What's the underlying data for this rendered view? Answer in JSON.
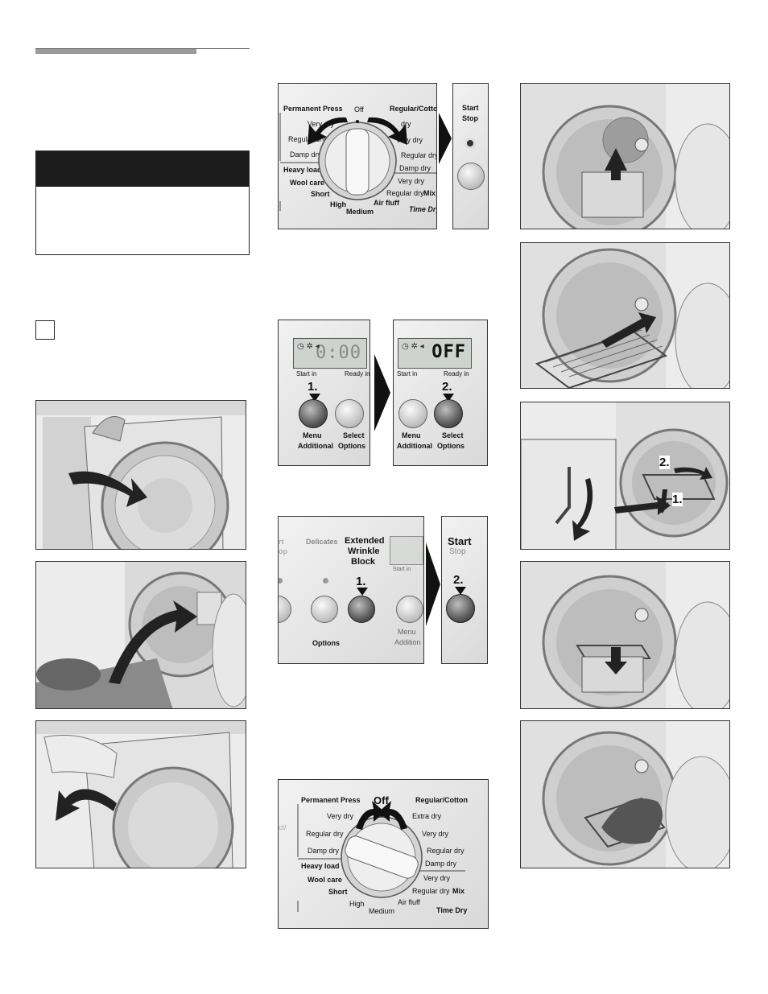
{
  "dial_panel_1": {
    "left_header": "Permanent Press",
    "off": "Off",
    "right_header": "Regular/Cotton",
    "left_options": [
      "Very dry",
      "Regular dry",
      "Damp dry"
    ],
    "right_options": [
      "Very dry",
      "Regular dry",
      "Damp dry"
    ],
    "extra_top": "dry",
    "left_group": [
      "Heavy load",
      "Wool care",
      "Short"
    ],
    "mix_options": [
      "Very dry",
      "Regular dry"
    ],
    "mix_label": "Mix",
    "bottom_labels": [
      "High",
      "Medium",
      "Air fluff"
    ],
    "time_dry": "Time Dry"
  },
  "start_panel_1": {
    "start": "Start",
    "stop": "Stop"
  },
  "display_panel_a": {
    "display": "0:00",
    "start_in": "Start in",
    "ready_in": "Ready in",
    "step": "1.",
    "menu": "Menu",
    "additional": "Additional",
    "select": "Select",
    "options": "Options"
  },
  "display_panel_b": {
    "display": "OFF",
    "start_in": "Start in",
    "ready_in": "Ready in",
    "step": "2.",
    "menu": "Menu",
    "additional": "Additional",
    "select": "Select",
    "options": "Options"
  },
  "wrinkle_panel": {
    "partial_left_1": "rt",
    "partial_left_2": "op",
    "delicates": "Delicates",
    "ewb": [
      "Extended",
      "Wrinkle",
      "Block"
    ],
    "step": "1.",
    "options": "Options",
    "start_in": "Start in",
    "menu": "Menu",
    "addition": "Addition"
  },
  "start_panel_2": {
    "start": "Start",
    "stop": "Stop",
    "step": "2."
  },
  "dial_panel_2": {
    "left_header": "Permanent Press",
    "off": "Off",
    "right_header": "Regular/Cotton",
    "extra": "Extra dry",
    "left_options": [
      "Very dry",
      "Regular dry",
      "Damp dry"
    ],
    "right_options": [
      "Very dry",
      "Regular dry",
      "Damp dry"
    ],
    "left_group": [
      "Heavy load",
      "Wool care",
      "Short"
    ],
    "mix_options": [
      "Very dry",
      "Regular dry"
    ],
    "mix_label": "Mix",
    "bottom_labels": [
      "High",
      "Medium",
      "Air fluff"
    ],
    "time_dry": "Time Dry",
    "partial": "ct/"
  },
  "rack_steps": {
    "step_two": "2.",
    "step_one": "1."
  }
}
